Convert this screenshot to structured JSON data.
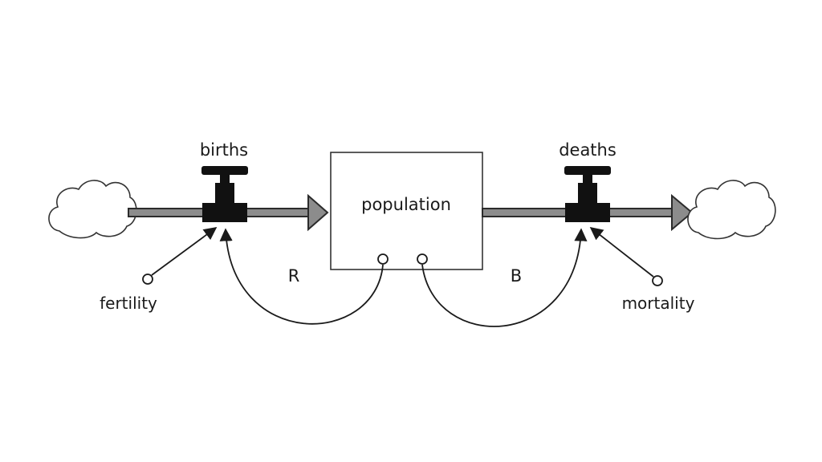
{
  "stock": {
    "label": "population"
  },
  "flows": {
    "inflow": {
      "label": "births"
    },
    "outflow": {
      "label": "deaths"
    }
  },
  "auxiliaries": {
    "fertility": {
      "label": "fertility"
    },
    "mortality": {
      "label": "mortality"
    }
  },
  "loops": {
    "reinforcing": {
      "label": "R"
    },
    "balancing": {
      "label": "B"
    }
  },
  "icons": {
    "source": "cloud-icon",
    "sink": "cloud-icon",
    "valve": "valve-icon"
  },
  "colors": {
    "pipe": "#8c8c8c",
    "valve": "#111111",
    "line": "#1a1a1a",
    "background": "#ffffff"
  }
}
